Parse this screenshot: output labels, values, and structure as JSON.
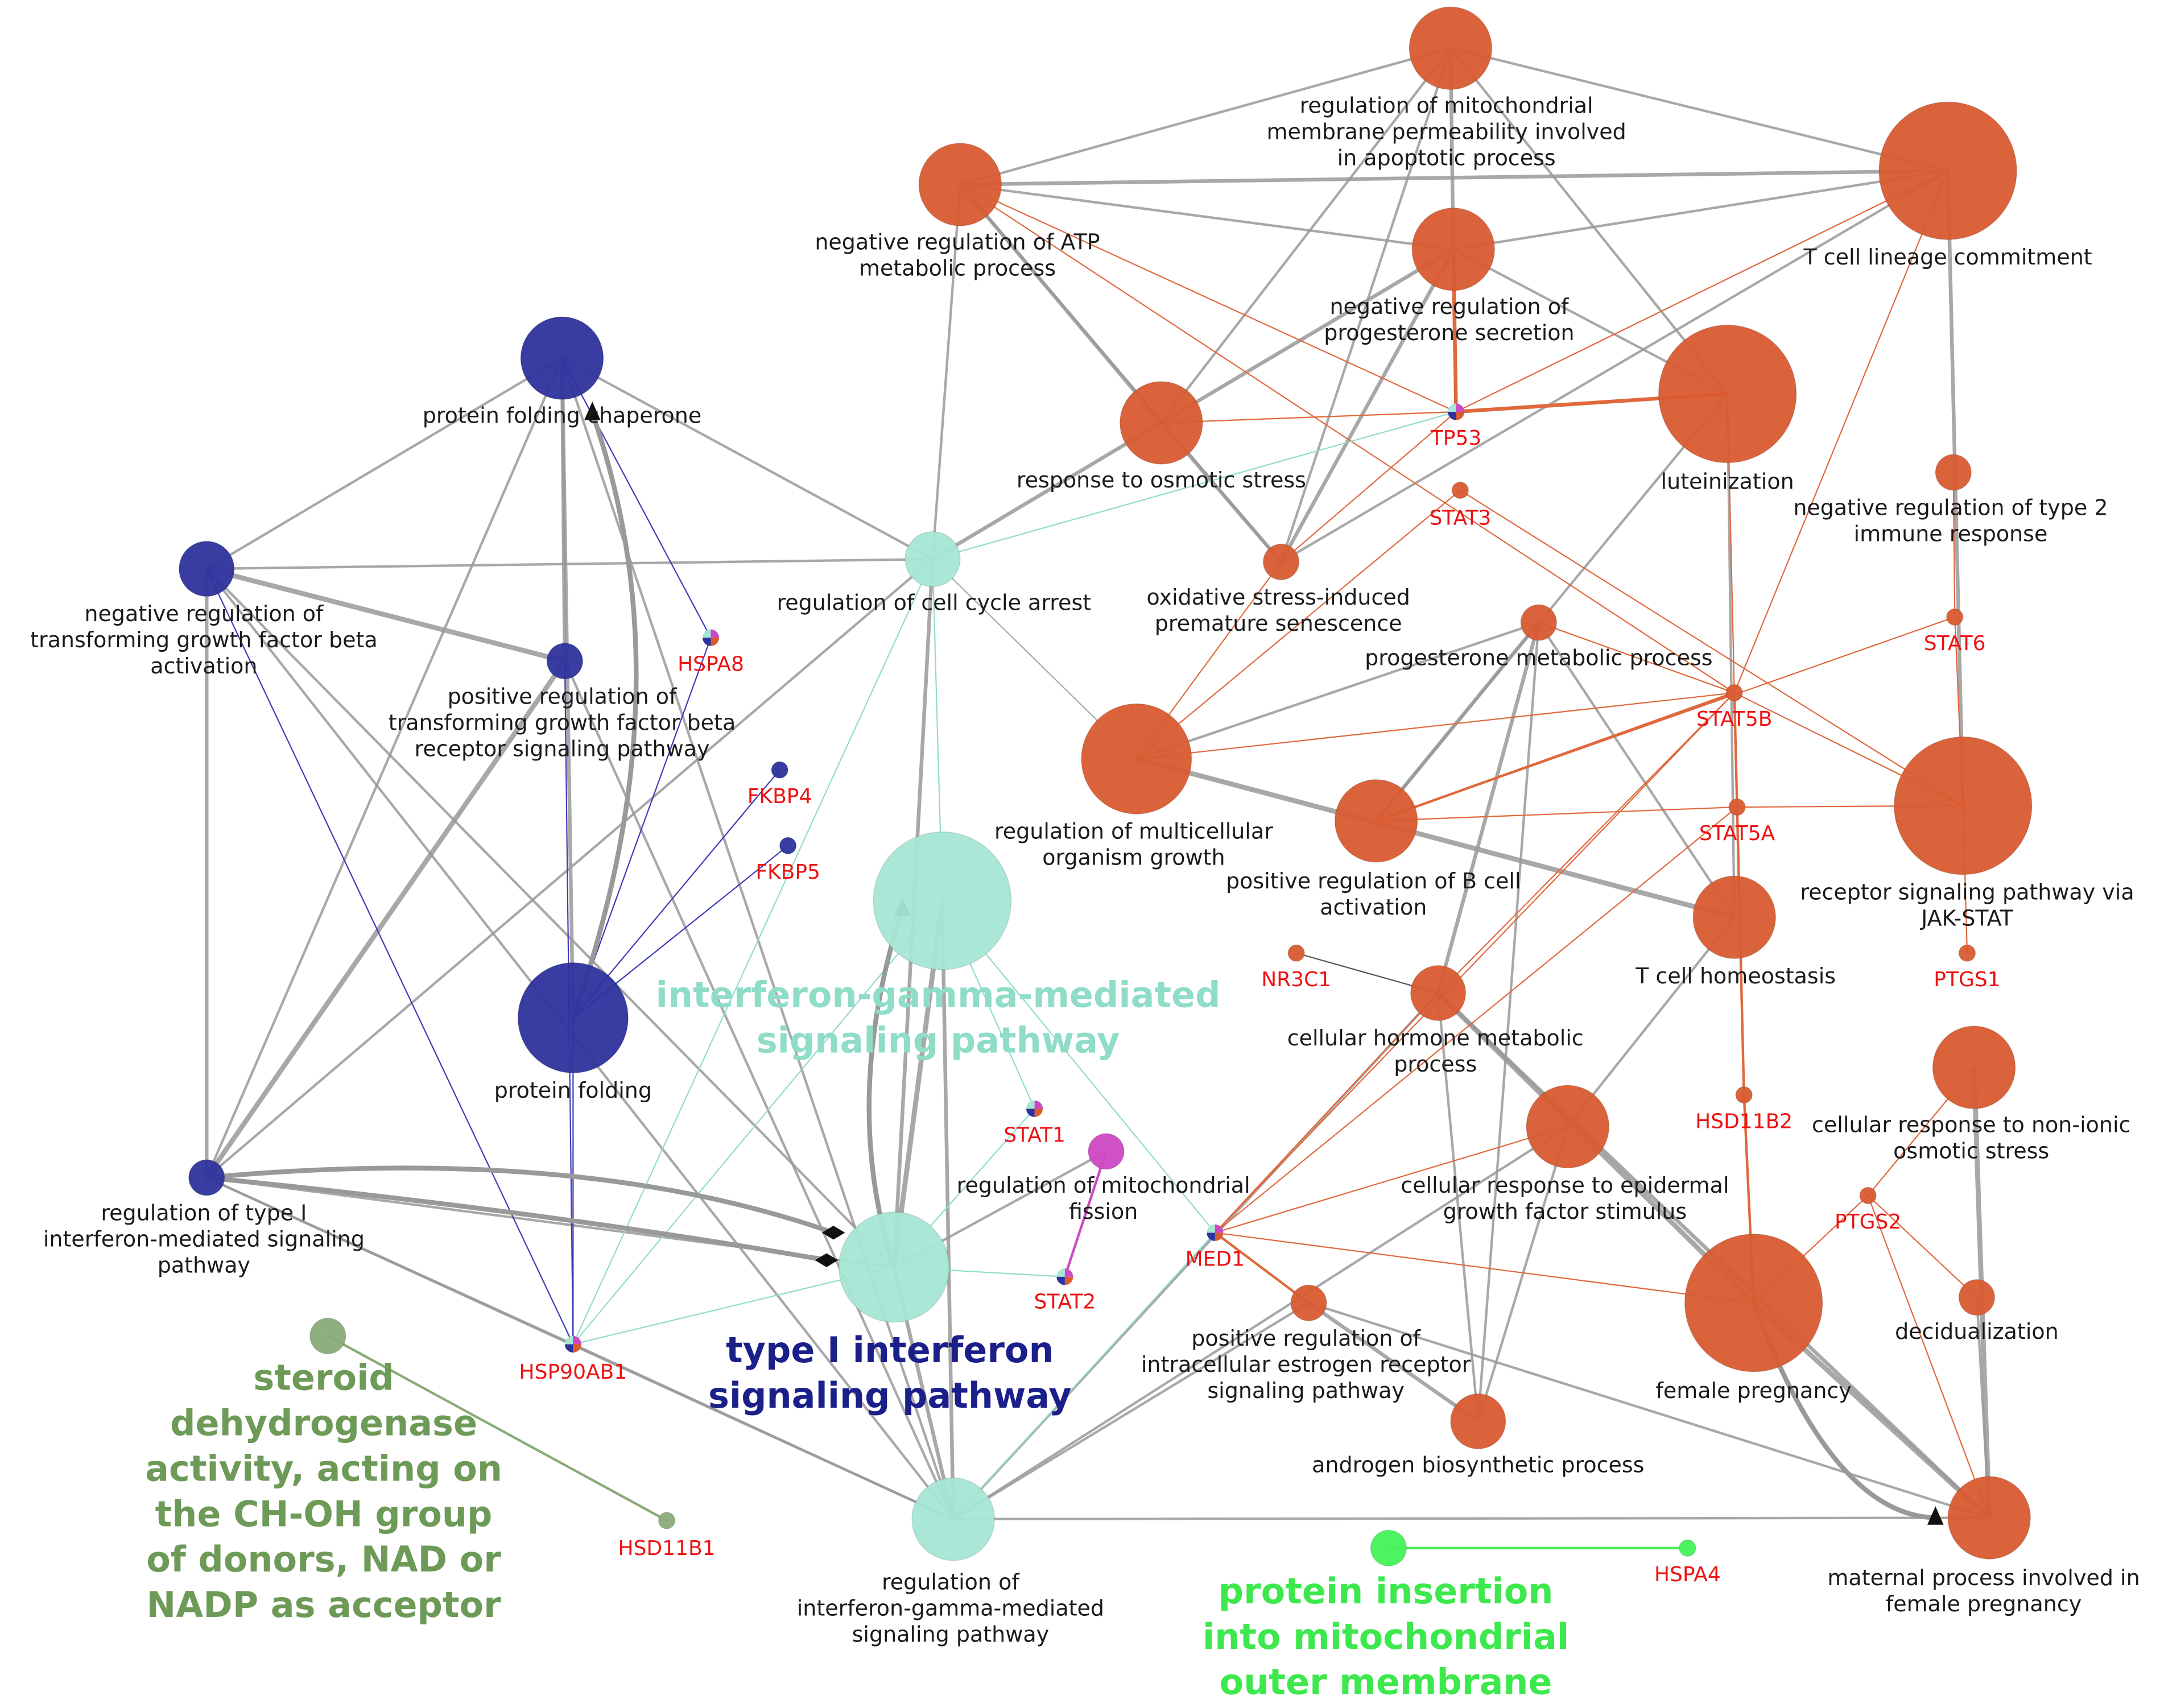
{
  "colors": {
    "blue_node": "#2e329c",
    "orange_node": "#d95b30",
    "cyan_node": "#a5e6d5",
    "magenta_node": "#cd48c3",
    "olive_node": "#8aab78",
    "green_node": "#44f25a",
    "gene_text": "#ee1111",
    "grey_edge": "#999999",
    "orange_edge": "#e0683c",
    "blue_edge": "#3a3ab8",
    "cyan_edge": "#8fdcca",
    "cluster_green_text": "#6e9a58",
    "cluster_teal_text": "#8fdcc8",
    "cluster_navy_text": "#1a1f8a",
    "cluster_lime_text": "#3de84d"
  },
  "cluster_labels": {
    "steroid": [
      "steroid",
      "dehydrogenase",
      "activity, acting on",
      "the CH-OH group",
      "of donors, NAD or",
      "NADP as acceptor"
    ],
    "ifng": [
      "interferon-gamma-mediated",
      "signaling pathway"
    ],
    "type1": [
      "type I interferon",
      "signaling pathway"
    ],
    "protein_insertion": [
      "protein insertion",
      "into mitochondrial",
      "outer membrane"
    ]
  },
  "terms": {
    "mito_perm": [
      "regulation of mitochondrial",
      "membrane permeability involved",
      "in apoptotic process"
    ],
    "neg_atp": [
      "negative regulation of ATP",
      "metabolic process"
    ],
    "neg_prog": [
      "negative regulation of",
      "progesterone secretion"
    ],
    "tcell_lineage": [
      "T cell lineage commitment"
    ],
    "prot_fold_chap": [
      "protein folding chaperone"
    ],
    "osmotic": [
      "response to osmotic stress"
    ],
    "luteinization": [
      "luteinization"
    ],
    "neg_type2": [
      "negative regulation of type 2",
      "immune response"
    ],
    "neg_tgfb": [
      "negative regulation of",
      "transforming growth factor beta",
      "activation"
    ],
    "cell_cycle": [
      "regulation of cell cycle arrest"
    ],
    "ox_stress": [
      "oxidative stress-induced",
      "premature senescence"
    ],
    "prog_metab": [
      "progesterone metabolic process"
    ],
    "pos_tgfb": [
      "positive regulation of",
      "transforming growth factor beta",
      "receptor signaling pathway"
    ],
    "multicell": [
      "regulation of multicellular",
      "organism growth"
    ],
    "pos_bcell": [
      "positive regulation of B cell",
      "activation"
    ],
    "jak_stat": [
      "receptor signaling pathway via",
      "JAK-STAT"
    ],
    "tcell_homeo": [
      "T cell homeostasis"
    ],
    "prot_fold": [
      "protein folding"
    ],
    "cell_hormone": [
      "cellular hormone metabolic",
      "process"
    ],
    "non_ionic": [
      "cellular response to non-ionic",
      "osmotic stress"
    ],
    "mito_fission": [
      "regulation of mitochondrial",
      "fission"
    ],
    "reg_type1": [
      "regulation of type I",
      "interferon-mediated signaling",
      "pathway"
    ],
    "egf": [
      "cellular response to epidermal",
      "growth factor stimulus"
    ],
    "decidual": [
      "decidualization"
    ],
    "pos_estrogen": [
      "positive regulation of",
      "intracellular estrogen receptor",
      "signaling pathway"
    ],
    "female_preg": [
      "female pregnancy"
    ],
    "androgen": [
      "androgen biosynthetic process"
    ],
    "reg_ifng": [
      "regulation of",
      "interferon-gamma-mediated",
      "signaling pathway"
    ],
    "maternal": [
      "maternal process involved in",
      "female pregnancy"
    ]
  },
  "genes": {
    "TP53": "TP53",
    "STAT3": "STAT3",
    "HSPA8": "HSPA8",
    "STAT6": "STAT6",
    "STAT5B": "STAT5B",
    "FKBP4": "FKBP4",
    "STAT5A": "STAT5A",
    "FKBP5": "FKBP5",
    "NR3C1": "NR3C1",
    "PTGS1": "PTGS1",
    "HSD11B2": "HSD11B2",
    "STAT1": "STAT1",
    "PTGS2": "PTGS2",
    "MED1": "MED1",
    "STAT2": "STAT2",
    "HSP90AB1": "HSP90AB1",
    "HSD11B1": "HSD11B1",
    "HSPA4": "HSPA4"
  }
}
